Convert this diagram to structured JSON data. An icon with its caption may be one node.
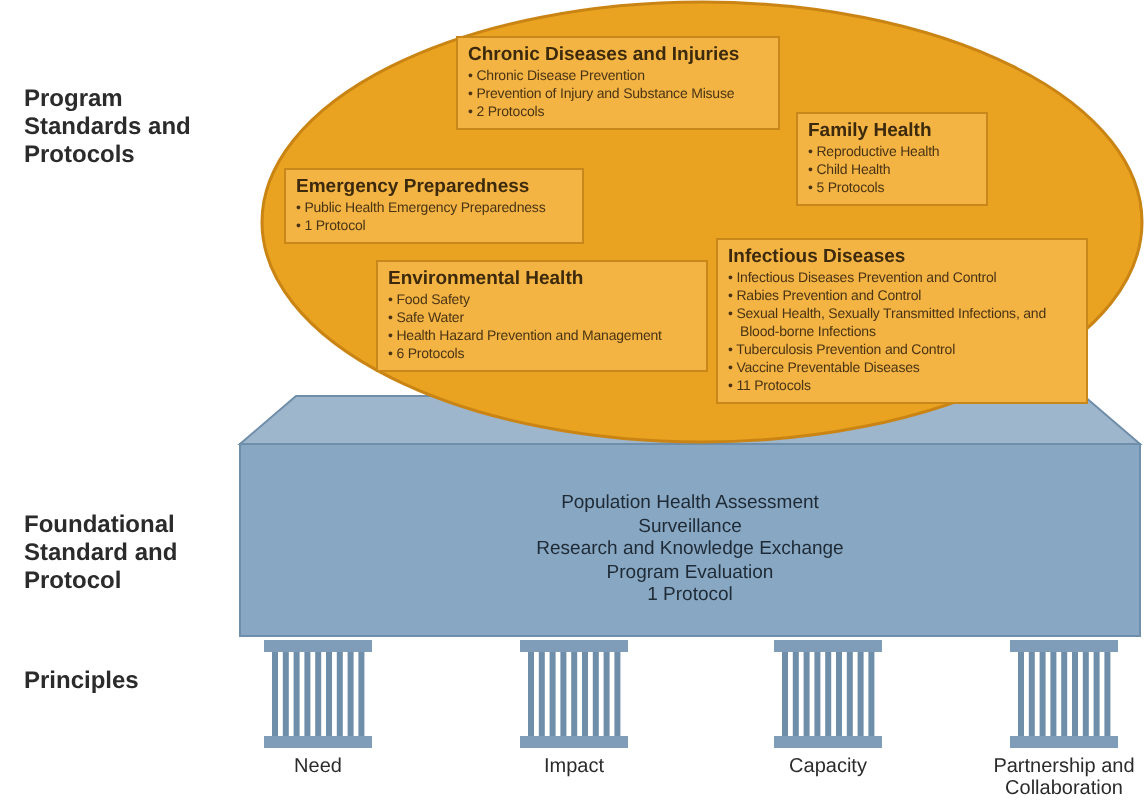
{
  "diagram": {
    "nodes": [
      {
        "text": [],
        "shape": "ellipse"
      },
      {
        "text": [
          "Chronic Diseases and Injuries",
          "• Chronic Disease Prevention",
          "• Prevention of Injury and Substance Misuse",
          "• 2 Protocols"
        ],
        "in": 0
      },
      {
        "text": [
          "Family Health",
          "• Reproductive Health",
          "• Child Health",
          "• 5 Protocols"
        ],
        "in": 0
      },
      {
        "text": [
          "Emergency Preparedness",
          "• Public Health Emergency Preparedness",
          "• 1 Protocol"
        ],
        "in": 0
      },
      {
        "text": [
          "Infectious Diseases",
          "• Infectious Diseases Prevention and Control",
          "• Rabies Prevention and Control",
          "• Sexual Health, Sexually Transmitted Infections, and Blood-borne Infections",
          "• Tuberculosis Prevention and Control",
          "• Vaccine Preventable Diseases",
          "• 11 Protocols"
        ],
        "in": 0
      },
      {
        "text": [
          "Environmental Health",
          "• Food Safety",
          "• Safe Water",
          "• Health Hazard Prevention and Management",
          "• 6 Protocols"
        ],
        "in": 0
      },
      {
        "text": [
          "Population Health Assessment",
          "Surveillance",
          "Research and Knowledge Exchange",
          "Program Evaluation",
          "1 Protocol"
        ]
      },
      {
        "text": [
          "Need"
        ]
      },
      {
        "text": [
          "Impact"
        ]
      },
      {
        "text": [
          "Capacity"
        ]
      },
      {
        "text": [
          "Partnership and Collaboration"
        ]
      }
    ],
    "edges": [],
    "labels": [
      "Program Standards and Protocols",
      "Foundational Standard and Protocol",
      "Principles"
    ]
  }
}
